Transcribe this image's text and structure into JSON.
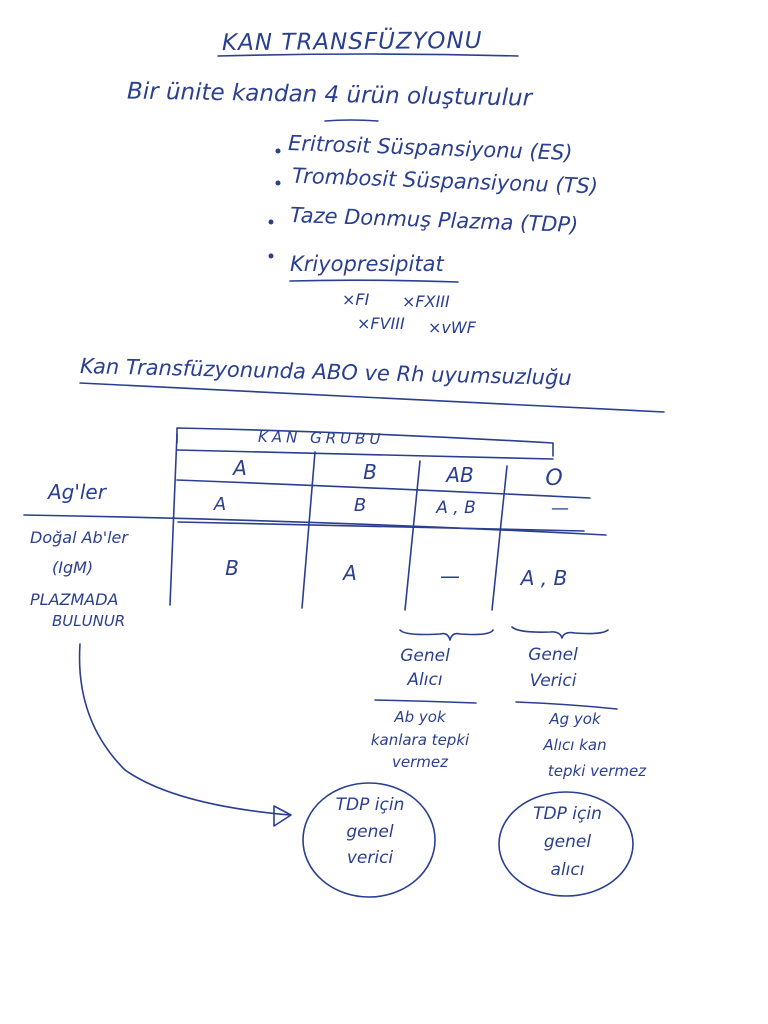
{
  "title": "KAN TRANSFÜZYONU",
  "intro": {
    "prefix": "Bir ünite kandan",
    "highlight": "4 ürün",
    "suffix": "oluşturulur"
  },
  "products": [
    "Eritrosit Süspansiyonu (ES)",
    "Trombosit Süspansiyonu (TS)",
    "Taze Donmuş Plazma (TDP)",
    "Kriyopresipitat"
  ],
  "factors": {
    "row1": [
      "×FI",
      "×FXIII"
    ],
    "row2": [
      "×FVIII",
      "×vWF"
    ]
  },
  "compat_heading": "Kan Transfüzyonunda ABO ve Rh uyumsuzluğu",
  "table": {
    "header": "KAN GRUBU",
    "groups": [
      "A",
      "B",
      "AB",
      "O"
    ],
    "row1_label": "Ag'ler",
    "row1_values": [
      "A",
      "B",
      "A , B",
      "—"
    ],
    "row2_label": [
      "Doğal Ab'ler",
      "(IgM)",
      "PLAZMADA",
      "BULUNUR"
    ],
    "row2_values": [
      "B",
      "A",
      "—",
      "A , B"
    ]
  },
  "ab_note": {
    "title": [
      "Genel",
      "Alıcı"
    ],
    "desc": [
      "Ab yok",
      "kanlara tepki",
      "vermez"
    ]
  },
  "o_note": {
    "title": [
      "Genel",
      "Verici"
    ],
    "desc": [
      "Ag yok",
      "Alıcı kan",
      "tepki vermez"
    ]
  },
  "circle_left": [
    "TDP için",
    "genel",
    "verici"
  ],
  "circle_right": [
    "TDP için",
    "genel",
    "alıcı"
  ],
  "colors": {
    "ink": "#2a3f8f",
    "paper": "#ffffff"
  }
}
